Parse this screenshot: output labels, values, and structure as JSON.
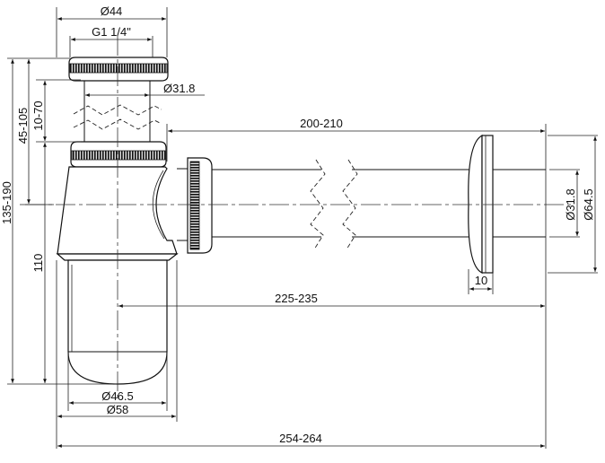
{
  "drawing": {
    "subject": "bottle siphon with wall pipe",
    "dimensions": {
      "top_outer_diameter": "Ø44",
      "thread": "G1 1/4\"",
      "inlet_tube_diameter": "Ø31.8",
      "total_height": "135-190",
      "upper_height": "45-105",
      "tube_adjust": "10-70",
      "body_height": "110",
      "pipe_length": "200-210",
      "pipe_diameter": "Ø31.8",
      "flange_diameter": "Ø64.5",
      "flange_thickness": "10",
      "axis_to_wall": "225-235",
      "cup_inner_diameter": "Ø46.5",
      "cup_outer_diameter": "Ø58",
      "overall_width": "254-264"
    },
    "colors": {
      "line": "#111111",
      "background": "#ffffff"
    }
  }
}
